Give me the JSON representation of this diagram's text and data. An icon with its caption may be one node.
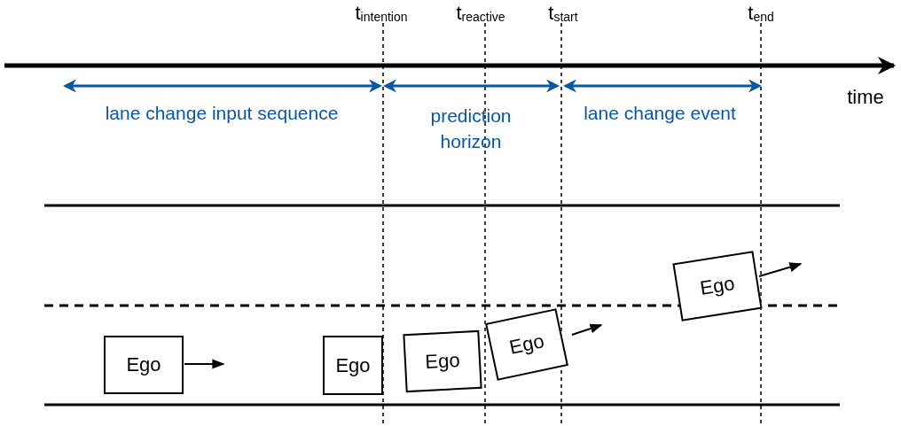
{
  "diagram": {
    "nodes": [
      {
        "text": [
          "Ego"
        ]
      },
      {
        "text": [
          "Ego"
        ]
      },
      {
        "text": [
          "Ego"
        ]
      },
      {
        "text": [
          "Ego"
        ]
      },
      {
        "text": [
          "Ego"
        ]
      }
    ],
    "edges": [
      {
        "from": 0,
        "to": null,
        "arrow": "to"
      },
      {
        "from": 3,
        "to": null,
        "arrow": "to"
      },
      {
        "from": 4,
        "to": null,
        "arrow": "to"
      }
    ],
    "labels": [
      "t$_{intention}$",
      "t$_{reactive}$",
      "t$_{start}$",
      "t$_{end}$",
      "time",
      "lane change input sequence",
      "prediction horizon",
      "lane change event"
    ]
  }
}
